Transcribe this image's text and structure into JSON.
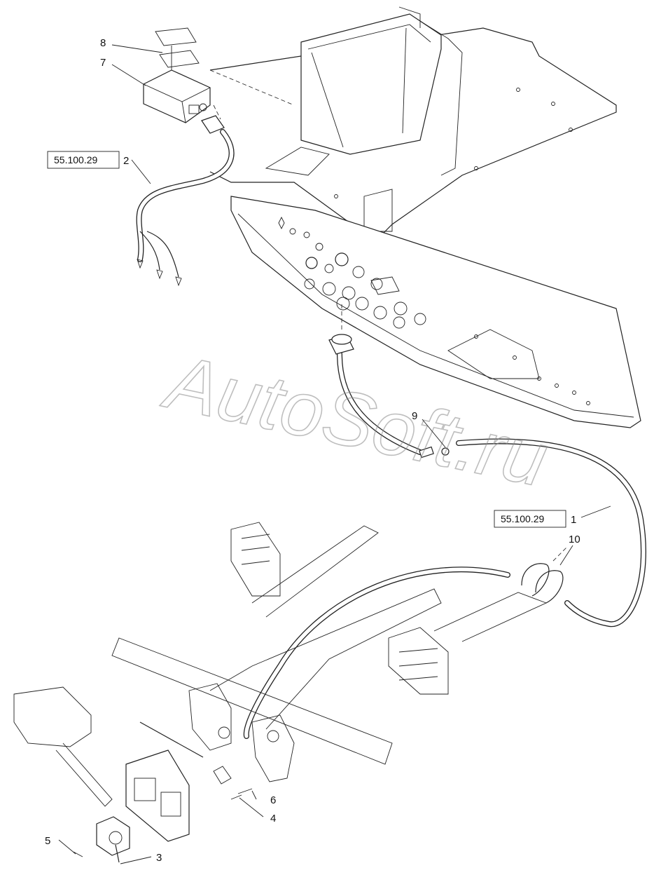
{
  "watermark": "AutoSoft.ru",
  "callouts": {
    "c1": "1",
    "c2": "2",
    "c3": "3",
    "c4": "4",
    "c5": "5",
    "c6": "6",
    "c7": "7",
    "c8": "8",
    "c9": "9",
    "c10": "10"
  },
  "references": {
    "ref_upper": "55.100.29",
    "ref_lower": "55.100.29"
  }
}
